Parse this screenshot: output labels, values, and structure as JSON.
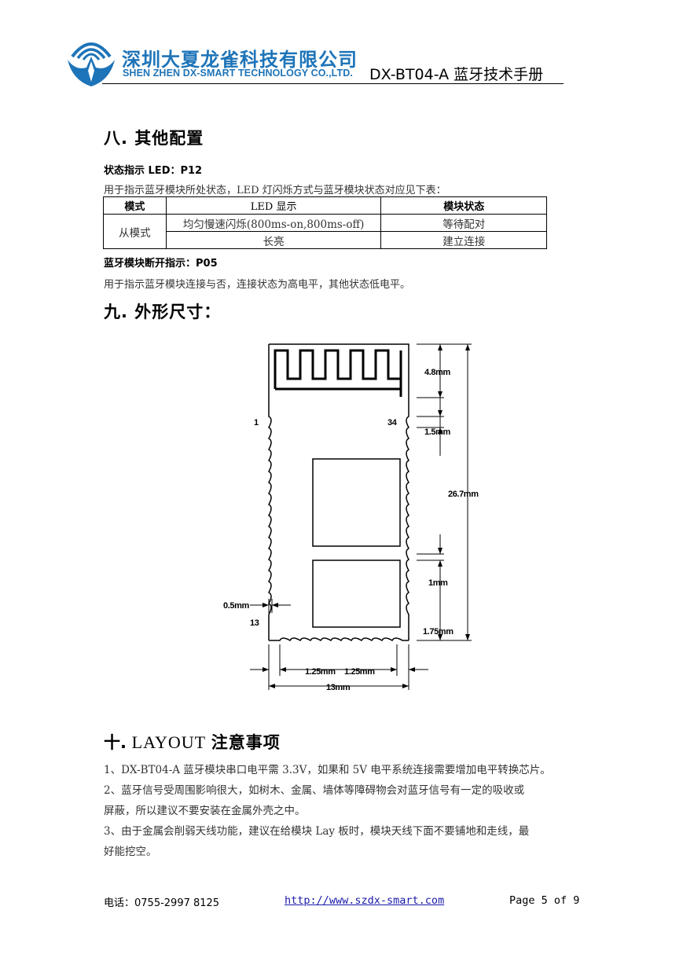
{
  "header": {
    "company_cn": "深圳大夏龙雀科技有限公司",
    "company_en": "SHEN ZHEN DX-SMART TECHNOLOGY CO.,LTD.",
    "doc_title": "DX-BT04-A 蓝牙技术手册",
    "brand_color": "#1e74b8"
  },
  "section8": {
    "heading": "八. 其他配置",
    "led_label": "状态指示 LED：P12",
    "led_desc": "用于指示蓝牙模块所处状态，LED 灯闪烁方式与蓝牙模块状态对应见下表：",
    "table": {
      "headers": [
        "模式",
        "LED 显示",
        "模块状态"
      ],
      "mode": "从模式",
      "rows": [
        {
          "led": "均匀慢速闪烁(800ms-on,800ms-off)",
          "status": "等待配对"
        },
        {
          "led": "长亮",
          "status": "建立连接"
        }
      ]
    },
    "disc_label": "蓝牙模块断开指示：P05",
    "disc_desc": "用于指示蓝牙模块连接与否，连接状态为高电平，其他状态低电平。"
  },
  "section9": {
    "heading": "九. 外形尺寸：",
    "diagram": {
      "pin_1": "1",
      "pin_34": "34",
      "pin_13": "13",
      "dim_antenna": "4.8mm",
      "dim_pitch": "1.5mm",
      "dim_length": "26.7mm",
      "dim_gap": "1mm",
      "dim_bottom": "1.75mm",
      "dim_pad": "0.5mm",
      "dim_left": "1.25mm",
      "dim_right": "1.25mm",
      "dim_width": "13mm"
    }
  },
  "section10": {
    "heading_num": "十.",
    "heading_latin": "LAYOUT",
    "heading_cn": "注意事项",
    "items": [
      "1、DX-BT04-A 蓝牙模块串口电平需 3.3V，如果和 5V 电平系统连接需要增加电平转换芯片。",
      "2、蓝牙信号受周围影响很大，如树木、金属、墙体等障碍物会对蓝牙信号有一定的吸收或",
      "屏蔽，所以建议不要安装在金属外壳之中。",
      "3、由于金属会削弱天线功能，建议在给模块 Lay 板时，模块天线下面不要铺地和走线，最",
      "好能挖空。"
    ]
  },
  "footer": {
    "phone": "电话：0755-2997 8125",
    "url": "http://www.szdx-smart.com",
    "page": "Page 5 of 9"
  }
}
